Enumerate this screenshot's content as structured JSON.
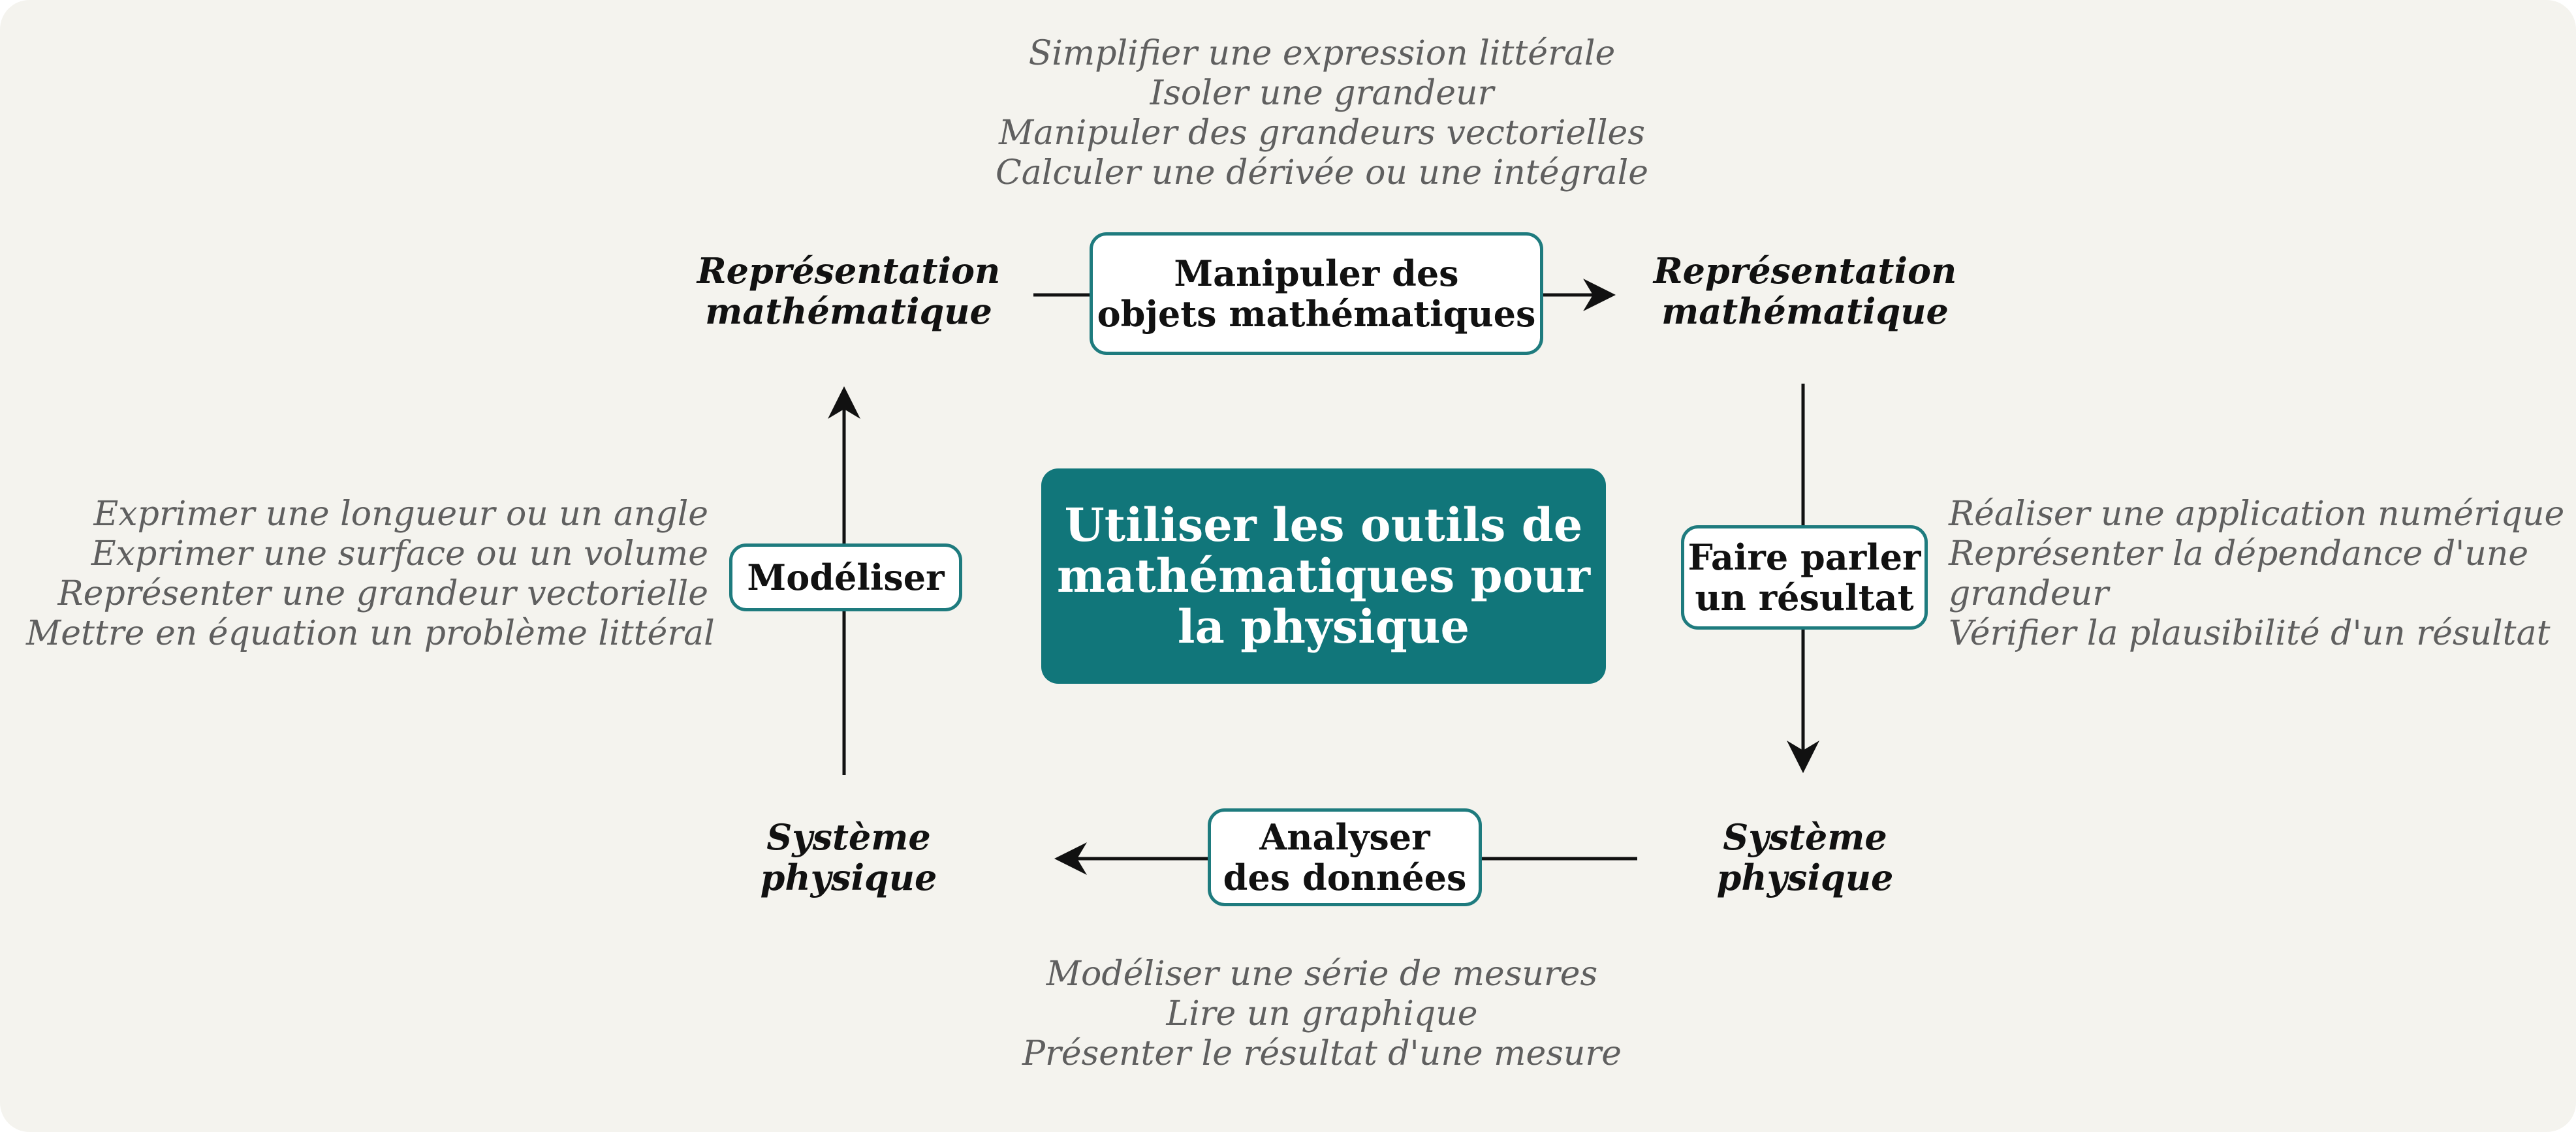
{
  "center_title": "Utiliser les outils de\nmathématiques pour\nla physique",
  "states": {
    "top_left": "Représentation\nmathématique",
    "top_right": "Représentation\nmathématique",
    "bottom_left": "Système\nphysique",
    "bottom_right": "Système\nphysique"
  },
  "actions": {
    "top": "Manipuler des\nobjets mathématiques",
    "right": "Faire parler\nun résultat",
    "bottom": "Analyser\ndes données",
    "left": "Modéliser"
  },
  "tasks": {
    "top": [
      "Simplifier une expression littérale",
      "Isoler une grandeur",
      "Manipuler des grandeurs vectorielles",
      "Calculer une dérivée ou une intégrale"
    ],
    "left": [
      "Exprimer une longueur ou un angle",
      "Exprimer une surface ou un volume",
      "Représenter une grandeur vectorielle",
      "Mettre en équation un problème littéral"
    ],
    "right": [
      "Réaliser une application numérique",
      "Représenter la dépendance d'une",
      "grandeur",
      "Vérifier la plausibilité d'un résultat"
    ],
    "bottom": [
      "Modéliser une série de mesures",
      "Lire un graphique",
      "Présenter le résultat d'une mesure"
    ]
  },
  "colors": {
    "background": "#f4f3ee",
    "accent": "#11767a",
    "box_border": "#1e7b7e",
    "task_text": "#5f5f5f",
    "arrow": "#111111"
  }
}
